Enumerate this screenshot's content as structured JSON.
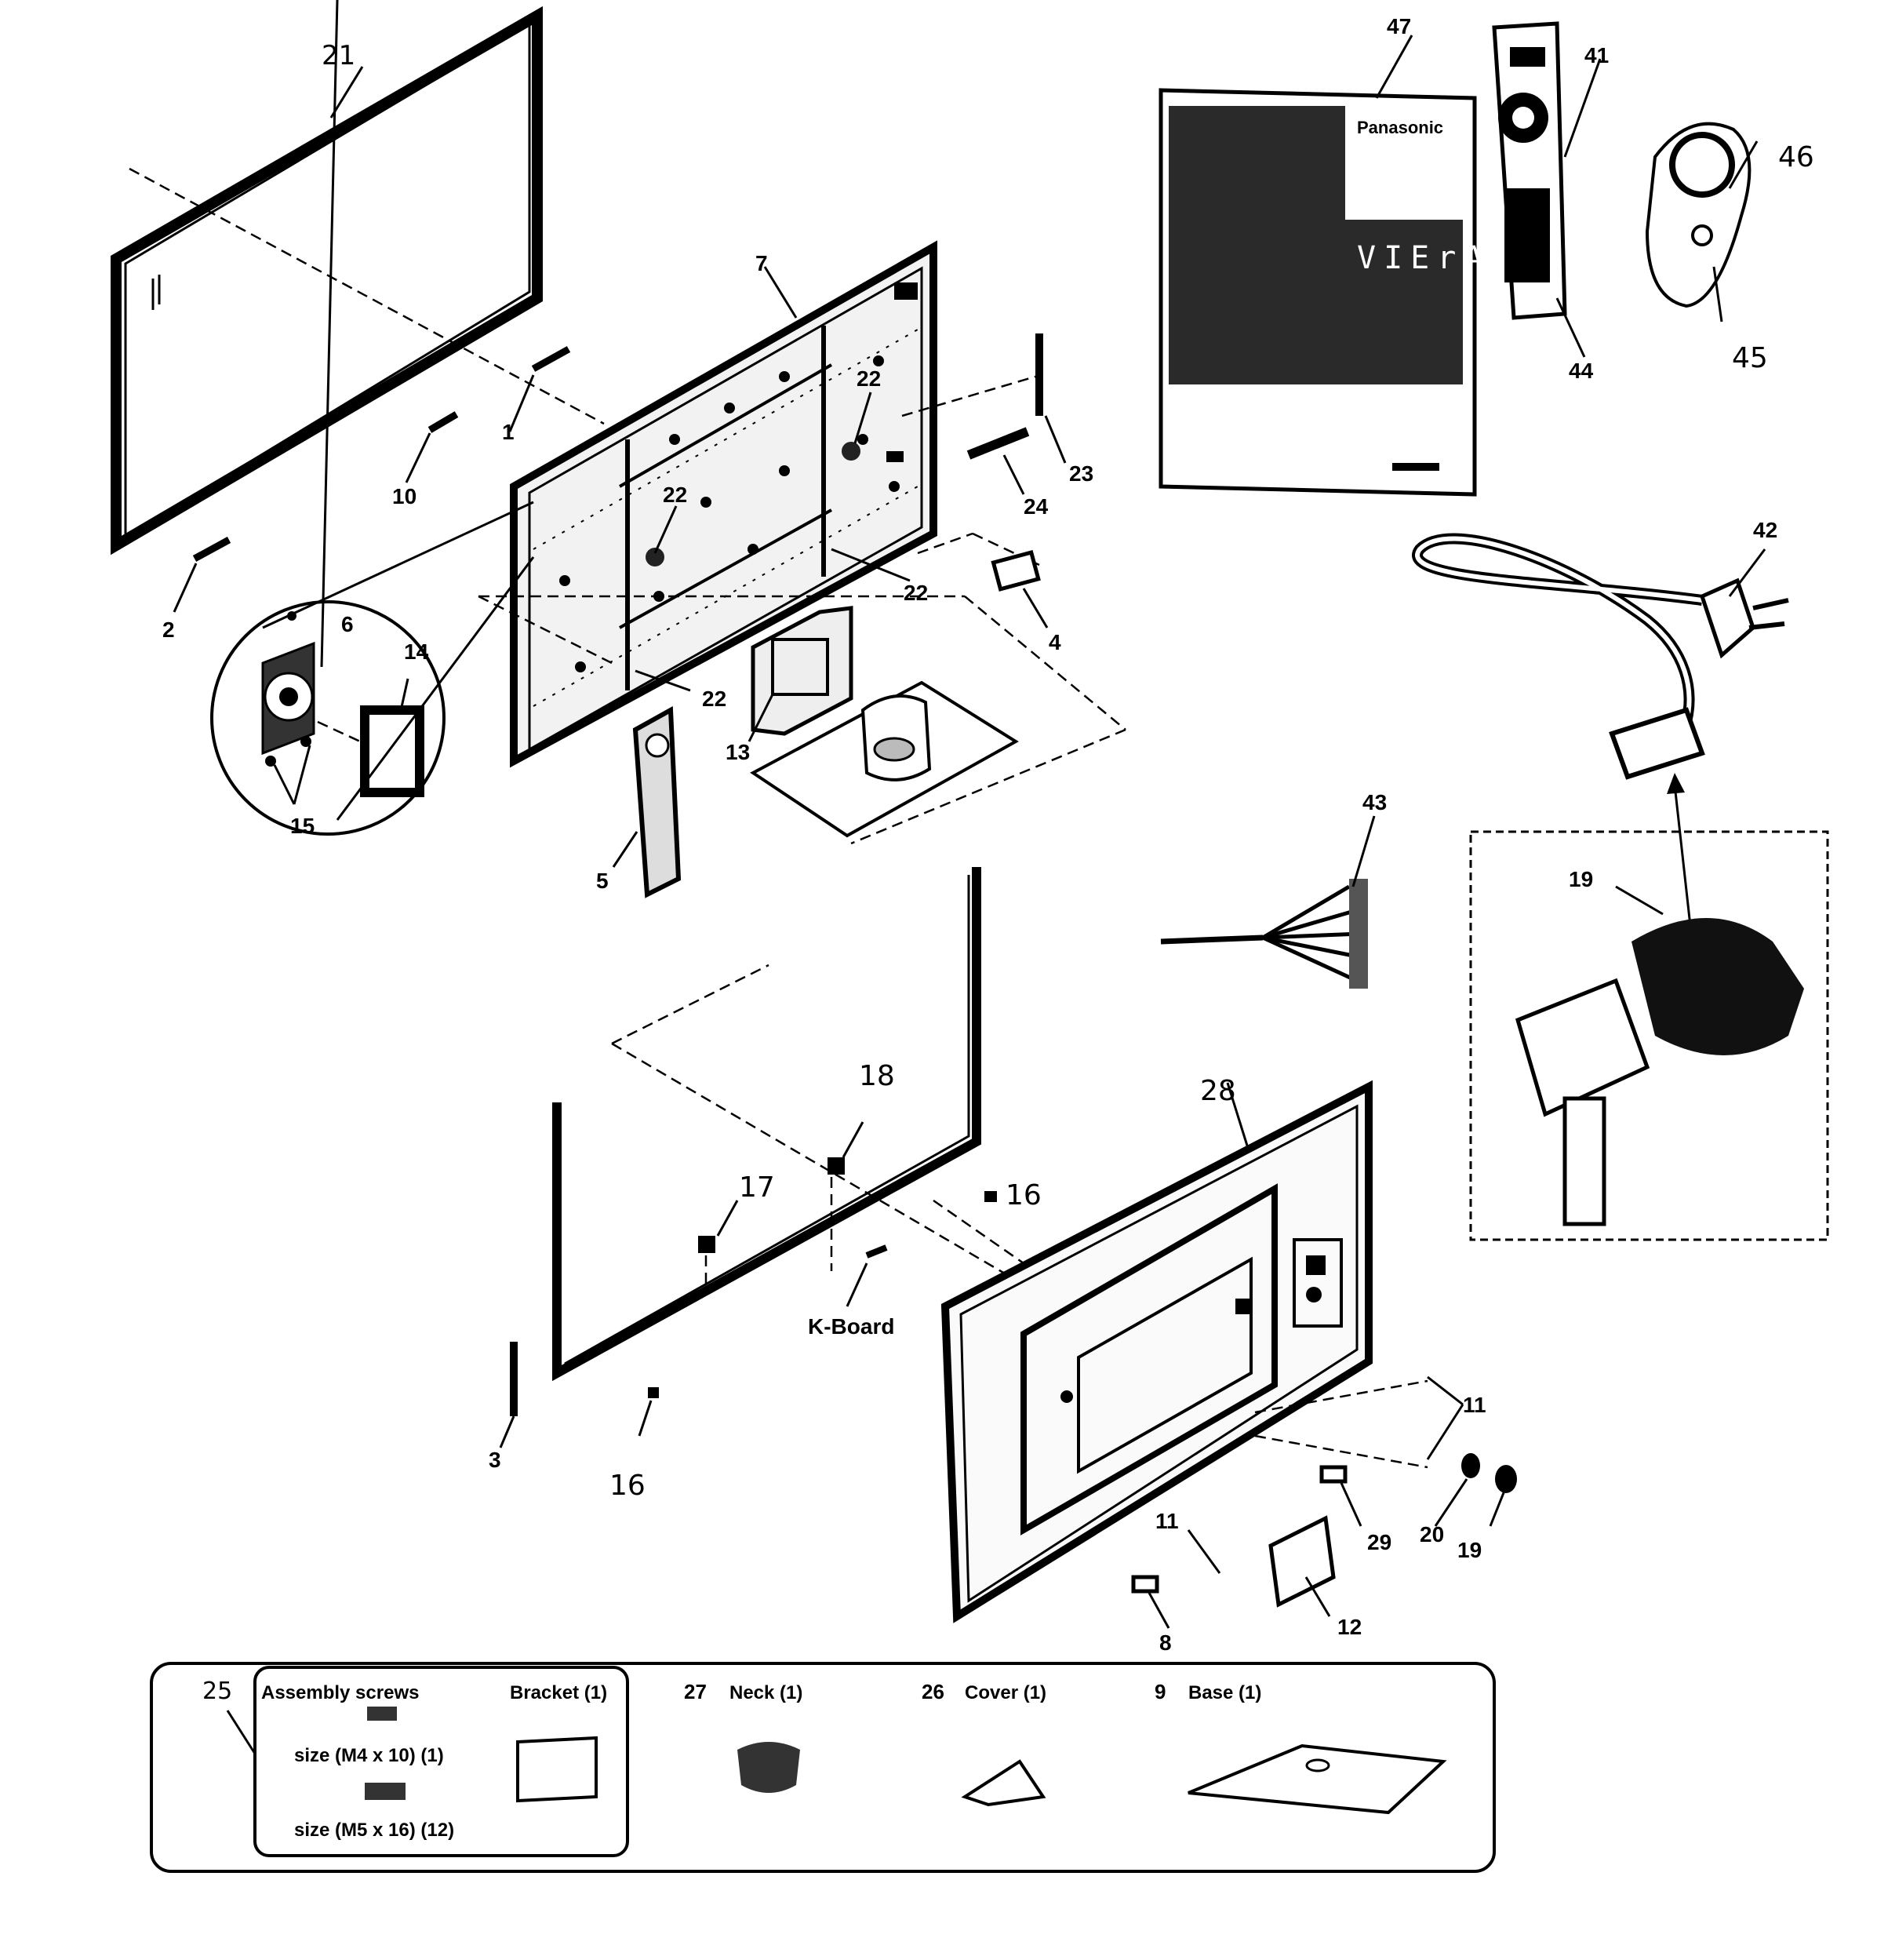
{
  "callouts": {
    "c1": "1",
    "c2": "2",
    "c3": "3",
    "c4": "4",
    "c5": "5",
    "c6": "6",
    "c7": "7",
    "c8": "8",
    "c10": "10",
    "c11a": "11",
    "c11b": "11",
    "c12": "12",
    "c13": "13",
    "c14": "14",
    "c15": "15",
    "c16a": "16",
    "c16b": "16",
    "c17": "17",
    "c18": "18",
    "c19a": "19",
    "c19b": "19",
    "c20": "20",
    "c21": "21",
    "c22a": "22",
    "c22b": "22",
    "c22c": "22",
    "c22d": "22",
    "c23": "23",
    "c24": "24",
    "c28": "28",
    "c29": "29",
    "c41": "41",
    "c42": "42",
    "c43": "43",
    "c44": "44",
    "c45": "45",
    "c46": "46",
    "c47": "47",
    "kboard": "K-Board"
  },
  "manual": {
    "brand": "Panasonic",
    "product": "VIErA"
  },
  "accessories": {
    "screws_num": "25",
    "screws_title": "Assembly screws",
    "screw_size_1": "size (M4 x 10) (1)",
    "screw_size_2": "size (M5 x 16) (12)",
    "bracket_title": "Bracket (1)",
    "neck_num": "27",
    "neck_title": "Neck (1)",
    "cover_num": "26",
    "cover_title": "Cover (1)",
    "base_num": "9",
    "base_title": "Base (1)"
  }
}
